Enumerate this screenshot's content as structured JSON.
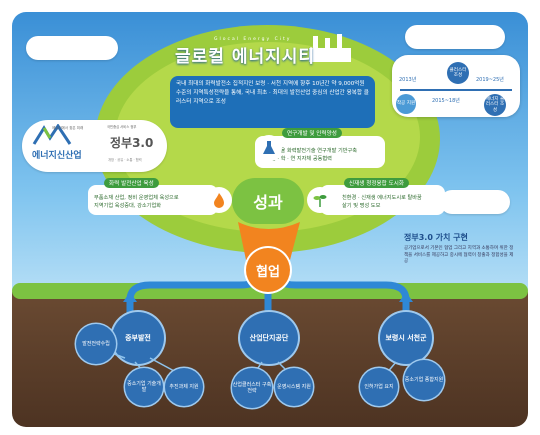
{
  "title": {
    "main": "글로컬 에너지시티",
    "small": "Glocal Energy City"
  },
  "intro_text": "국내 최대의 화력발전소 집적지인 보령 · 서천 지역에 향후 10년간 약 9,000억원 수준의 지역특성전략을 통해, 국내 최초 · 최대의 발전산업 중심의 산업간 융복합 클러스터 지역으로 조성",
  "timeline": {
    "years_top": [
      "2013년",
      "2019~25년"
    ],
    "top_circle": "클러스터 조성",
    "years_bottom": "2015~18년",
    "bottom_circles": [
      "착공 지원",
      "에너지 클러스터 조성"
    ]
  },
  "logo": {
    "brand": "에너지신산업",
    "tagline": "에너지에서 찾은 미래",
    "gov_label": "정부3.0",
    "gov_small": "국민중심 서비스 정부",
    "gov_footer": "개방 · 공유 · 소통 · 협력"
  },
  "center": {
    "result": "성과",
    "cooperation": "협업"
  },
  "branches": {
    "top": {
      "title": "연구개발 및 인력양성",
      "line1": "고효율 화력발전기술 연구개발 기반구축",
      "line2": "산 · 학 · 연 지자체 공동협력",
      "icon": "flask-icon"
    },
    "left": {
      "title": "화력 발전산업 육성",
      "line1": "부품소재 산업, 정비 운영업체 육성으로",
      "line2": "지역기업 육성증대, 강소기업화",
      "icon": "flame-icon"
    },
    "right": {
      "title": "신재생 청정융합 도시화",
      "line1": "친환경 · 신재생 에너지도시로 탈바꿈",
      "line2": "살기 및 명성 도모",
      "icon": "sprout-icon"
    }
  },
  "value_card": {
    "heading": "정부3.0 가치 구현",
    "body": "공기업으로서 기본인 협업 그리고 지역과 소통하며 위한 정책을 서비스를 제공하고 중시에 협력이 창출과 정합성을 제공"
  },
  "roots": [
    {
      "label": "중부발전",
      "children": [
        "발전전략수립",
        "중소기업 기술개발",
        "추진과제 지원"
      ]
    },
    {
      "label": "산업단지공단",
      "children": [
        "산업클러스터 구축전략",
        "운영시스템 지원"
      ]
    },
    {
      "label": "보령시 서천군",
      "children": [
        "인허가업 요지",
        "중소기업 종합지원"
      ]
    }
  ],
  "colors": {
    "sky": "#3a8fd6",
    "canopy": "#9ccc3c",
    "root_node": "#2f6fb3",
    "cooperation": "#f2841f",
    "result": "#7cc242",
    "soil": "#5a3c28"
  }
}
